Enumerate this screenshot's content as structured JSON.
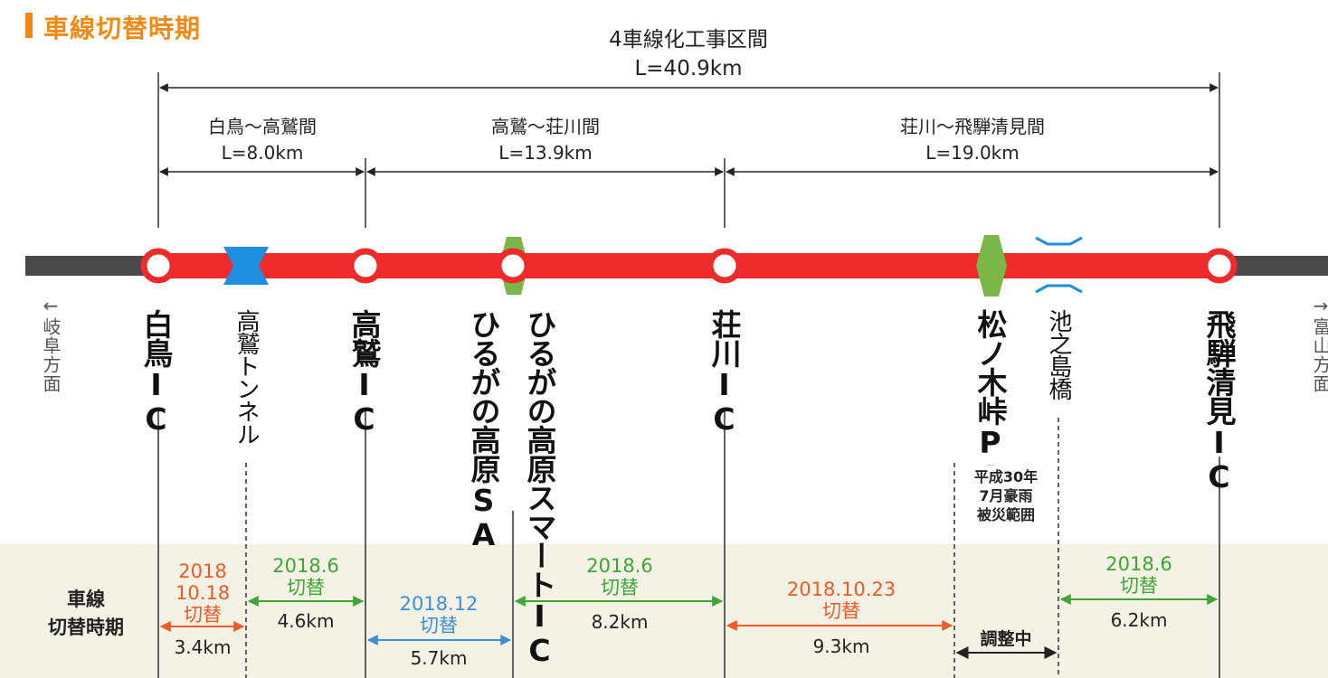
{
  "header": {
    "title": "車線切替時期"
  },
  "overall": {
    "name": "4車線化工事区間",
    "length": "L=40.9km"
  },
  "sections": [
    {
      "name": "白鳥～高鷲間",
      "length": "L=8.0km"
    },
    {
      "name": "高鷲～荘川間",
      "length": "L=13.9km"
    },
    {
      "name": "荘川～飛騨清見間",
      "length": "L=19.0km"
    }
  ],
  "directions": {
    "left": "←岐阜方面",
    "right": "→富山方面"
  },
  "stations": {
    "shirotori": "白鳥IC",
    "takasu_tunnel": "高鷲トンネル",
    "takasu": "高鷲IC",
    "hirugano_sa": "ひるがの高原SA",
    "hirugano_smart": "ひるがの高原スマートIC",
    "shokawa": "荘川IC",
    "matsunokitoge": "松ノ木峠PA",
    "ikenoshima": "池之島橋",
    "hidakiyomi": "飛騨清見IC"
  },
  "disaster_note": [
    "平成30年",
    "7月豪雨",
    "被災範囲"
  ],
  "row_label": [
    "車線",
    "切替時期"
  ],
  "schedule": [
    {
      "date": [
        "2018",
        "10.18",
        "切替"
      ],
      "color": "#f05a28",
      "distance": "3.4km"
    },
    {
      "date": [
        "2018.6",
        "切替"
      ],
      "color": "#3fa535",
      "distance": "4.6km"
    },
    {
      "date": [
        "2018.12",
        "切替"
      ],
      "color": "#3f8fd6",
      "distance": "5.7km"
    },
    {
      "date": [
        "2018.6",
        "切替"
      ],
      "color": "#3fa535",
      "distance": "8.2km"
    },
    {
      "date": [
        "2018.10.23",
        "切替"
      ],
      "color": "#f05a28",
      "distance": "9.3km"
    },
    {
      "adjust": "調整中",
      "color": "#222222"
    },
    {
      "date": [
        "2018.6",
        "切替"
      ],
      "color": "#3fa535",
      "distance": "6.2km"
    }
  ],
  "colors": {
    "accent": "#f08a16",
    "road_red": "#ee2a2a",
    "road_gray": "#4a4a4a",
    "switch_orange": "#f05a28",
    "switch_green": "#3fa535",
    "switch_blue": "#3f8fd6",
    "rest_area": "#7ab648",
    "tunnel": "#1e8fe0"
  }
}
